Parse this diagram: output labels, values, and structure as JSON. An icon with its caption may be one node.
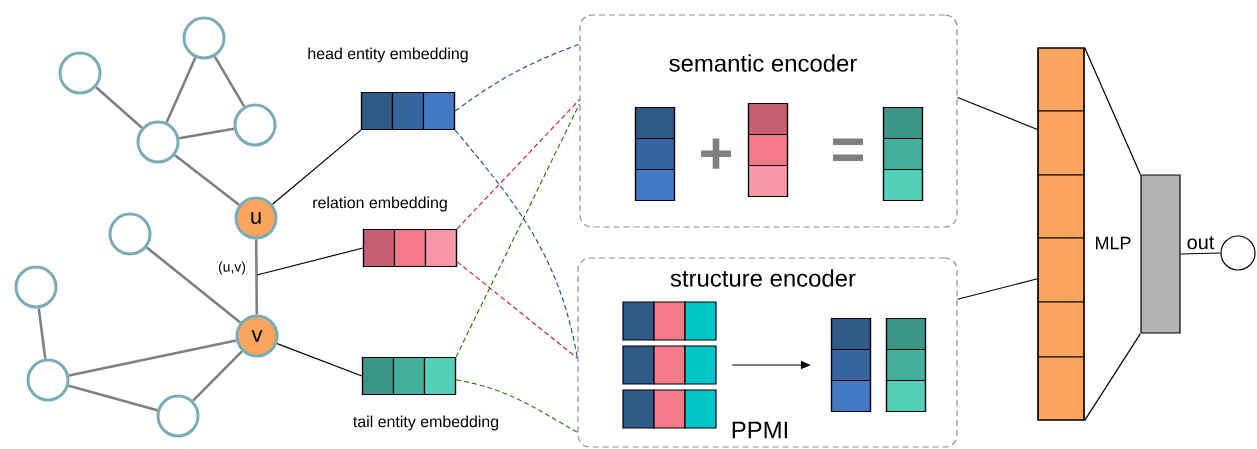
{
  "diagram": {
    "nodes": [
      {
        "text": [],
        "shape": "circle"
      },
      {
        "text": [],
        "shape": "circle"
      },
      {
        "text": [],
        "shape": "circle"
      },
      {
        "text": [],
        "shape": "circle"
      },
      {
        "text": [
          "u"
        ]
      },
      {
        "text": [],
        "shape": "circle"
      },
      {
        "text": [],
        "shape": "circle"
      },
      {
        "text": [
          "v"
        ]
      },
      {
        "text": [],
        "shape": "circle"
      },
      {
        "text": [],
        "shape": "circle"
      },
      {
        "text": [
          "head entity embedding"
        ]
      },
      {
        "text": [
          "relation embedding"
        ]
      },
      {
        "text": [
          "tail entity embedding"
        ]
      },
      {
        "text": [
          "semantic encoder"
        ]
      },
      {
        "text": [],
        "shape": "bar",
        "in": 13
      },
      {
        "text": [],
        "shape": "bar",
        "in": 13
      },
      {
        "text": [],
        "shape": "bar",
        "in": 13
      },
      {
        "text": [
          "structure encoder"
        ]
      },
      {
        "text": [],
        "shape": "box",
        "in": 17
      },
      {
        "text": [],
        "shape": "bar",
        "in": 17
      },
      {
        "text": [],
        "shape": "bar",
        "in": 17
      },
      {
        "text": [],
        "shape": "bar"
      },
      {
        "text": [],
        "shape": "box"
      },
      {
        "text": [],
        "shape": "circle"
      }
    ],
    "edges": [
      {
        "from": 0,
        "to": 2,
        "arrow": "none"
      },
      {
        "from": 1,
        "to": 2,
        "arrow": "none"
      },
      {
        "from": 1,
        "to": 3,
        "arrow": "none"
      },
      {
        "from": 2,
        "to": 3,
        "arrow": "none"
      },
      {
        "from": 2,
        "to": 4,
        "arrow": "none"
      },
      {
        "from": 4,
        "to": 7,
        "arrow": "none"
      },
      {
        "from": 5,
        "to": 7,
        "arrow": "none"
      },
      {
        "from": 6,
        "to": 8,
        "arrow": "none"
      },
      {
        "from": 8,
        "to": 7,
        "arrow": "none"
      },
      {
        "from": 8,
        "to": 9,
        "arrow": "none"
      },
      {
        "from": 9,
        "to": 7,
        "arrow": "none"
      },
      {
        "from": 4,
        "to": 10,
        "arrow": "none",
        "color": "#000000"
      },
      {
        "from": null,
        "to": 11,
        "arrow": "none",
        "color": "#000000"
      },
      {
        "from": 7,
        "to": 12,
        "arrow": "none",
        "color": "#000000"
      },
      {
        "from": 10,
        "to": 13,
        "arrow": "none",
        "style": "dashed",
        "color": "#1f5a96"
      },
      {
        "from": 10,
        "to": 17,
        "arrow": "none",
        "style": "dashed",
        "color": "#1f5a96"
      },
      {
        "from": 11,
        "to": 13,
        "arrow": "none",
        "style": "dashed",
        "color": "#d0243c"
      },
      {
        "from": 11,
        "to": 17,
        "arrow": "none",
        "style": "dashed",
        "color": "#d0243c"
      },
      {
        "from": 12,
        "to": 13,
        "arrow": "none",
        "style": "dashed",
        "color": "#2e7d10"
      },
      {
        "from": 12,
        "to": 17,
        "arrow": "none",
        "style": "dashed",
        "color": "#2e7d10"
      },
      {
        "from": 13,
        "to": 21,
        "arrow": "none",
        "color": "#000000"
      },
      {
        "from": 17,
        "to": 21,
        "arrow": "none",
        "color": "#000000"
      },
      {
        "from": 21,
        "to": 22,
        "arrow": "none",
        "color": "#000000"
      },
      {
        "from": 21,
        "to": 22,
        "arrow": "none",
        "color": "#000000"
      },
      {
        "from": 22,
        "to": 23,
        "label": "out",
        "arrow": "none",
        "color": "#000000"
      },
      {
        "from": 18,
        "to": 19,
        "arrow": "to",
        "color": "#000000"
      }
    ],
    "labels": [
      "(u,v)",
      "+",
      "=",
      "PPMI",
      "MLP"
    ]
  }
}
